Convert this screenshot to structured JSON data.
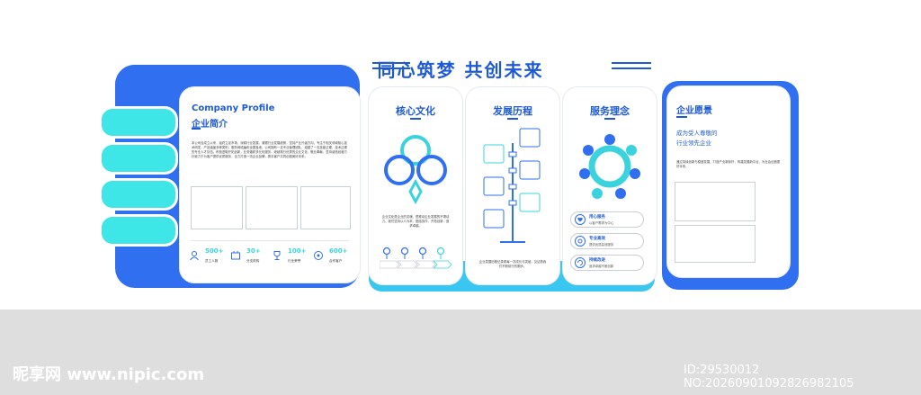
{
  "headline": "同心筑梦  共创未来",
  "colors": {
    "blue": "#1e5ad6",
    "panel_blue": "#2f6ff0",
    "cyan": "#3ee6e8",
    "floor": "#dedede"
  },
  "profile": {
    "title_en": "Company Profile",
    "title_cn": "企业简介",
    "body": "本公司自成立以来，始终立足市场，深耕行业发展，紧跟行业发展趋势，坚持产业升级方向，专注于相关领域核心技术研发，产品涵盖多种类别，服务网络遍布全国各地，公司拥有一支专业管理团队，组建了一支技能过硬、技术过硬的专业人才队伍，积极进取开拓创新，业务辐射多元化服务，继续践行优秀的企业文化，敬业奉献，坚持诚信经营方针致力于为客户提供优质服务，全力打造一流企业品牌，携手客户共同创造美好未来。",
    "stats": [
      {
        "icon": "people-icon",
        "value": "500+",
        "label": "员工人数"
      },
      {
        "icon": "branch-icon",
        "value": "30+",
        "label": "分支机构"
      },
      {
        "icon": "trophy-icon",
        "value": "100+",
        "label": "行业荣誉"
      },
      {
        "icon": "partner-icon",
        "value": "600+",
        "label": "合作客户"
      }
    ]
  },
  "culture": {
    "title": "核心文化",
    "text": "企业文化是企业的灵魂，是推动企业发展的不竭动力。我们坚持以人为本，团结协作，开拓创新，追求卓越。"
  },
  "history": {
    "title": "发展历程",
    "text": "企业发展历程记录着每一次成长与突破，见证着我们不断前行的脚步。"
  },
  "service": {
    "title": "服务理念",
    "items": [
      {
        "title": "用心服务",
        "sub": "以客户需求为中心"
      },
      {
        "title": "专业高效",
        "sub": "提供优质高效服务"
      },
      {
        "title": "持续改进",
        "sub": "追求卓越不断创新"
      }
    ]
  },
  "vision": {
    "title": "企业愿景",
    "slogan_line1": "成为受人尊敬的",
    "slogan_line2": "行业领先企业",
    "text": "通过持续创新与稳健发展，打造产业新标杆，构建发展新平台，为社会创造更好未来。"
  },
  "watermark": {
    "logo": "昵享网 www.nipic.com",
    "id": "ID:29530012 NO:20260901092826982105"
  }
}
